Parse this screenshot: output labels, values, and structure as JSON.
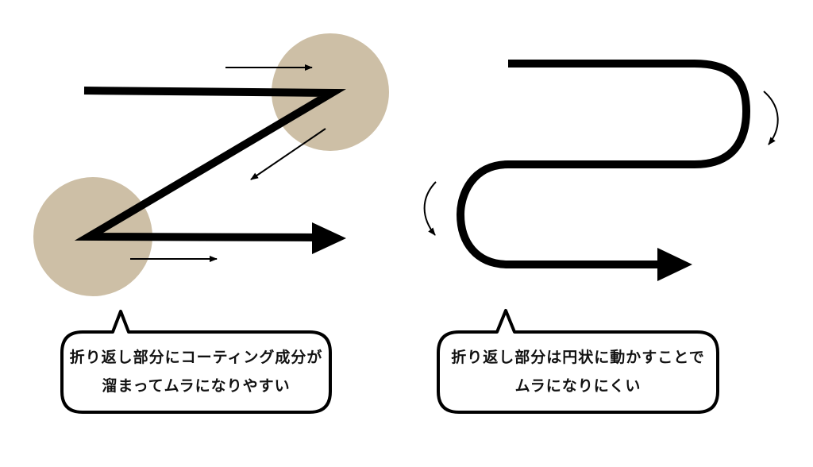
{
  "colors": {
    "stroke": "#000000",
    "highlight": "#cdbfa6",
    "bubble_fill": "#ffffff"
  },
  "left_panel": {
    "bubble": {
      "line1": "折り返し部分にコーティング成分が",
      "line2": "溜まってムラになりやすい"
    }
  },
  "right_panel": {
    "bubble": {
      "line1": "折り返し部分は円状に動かすことで",
      "line2": "ムラになりにくい"
    }
  }
}
